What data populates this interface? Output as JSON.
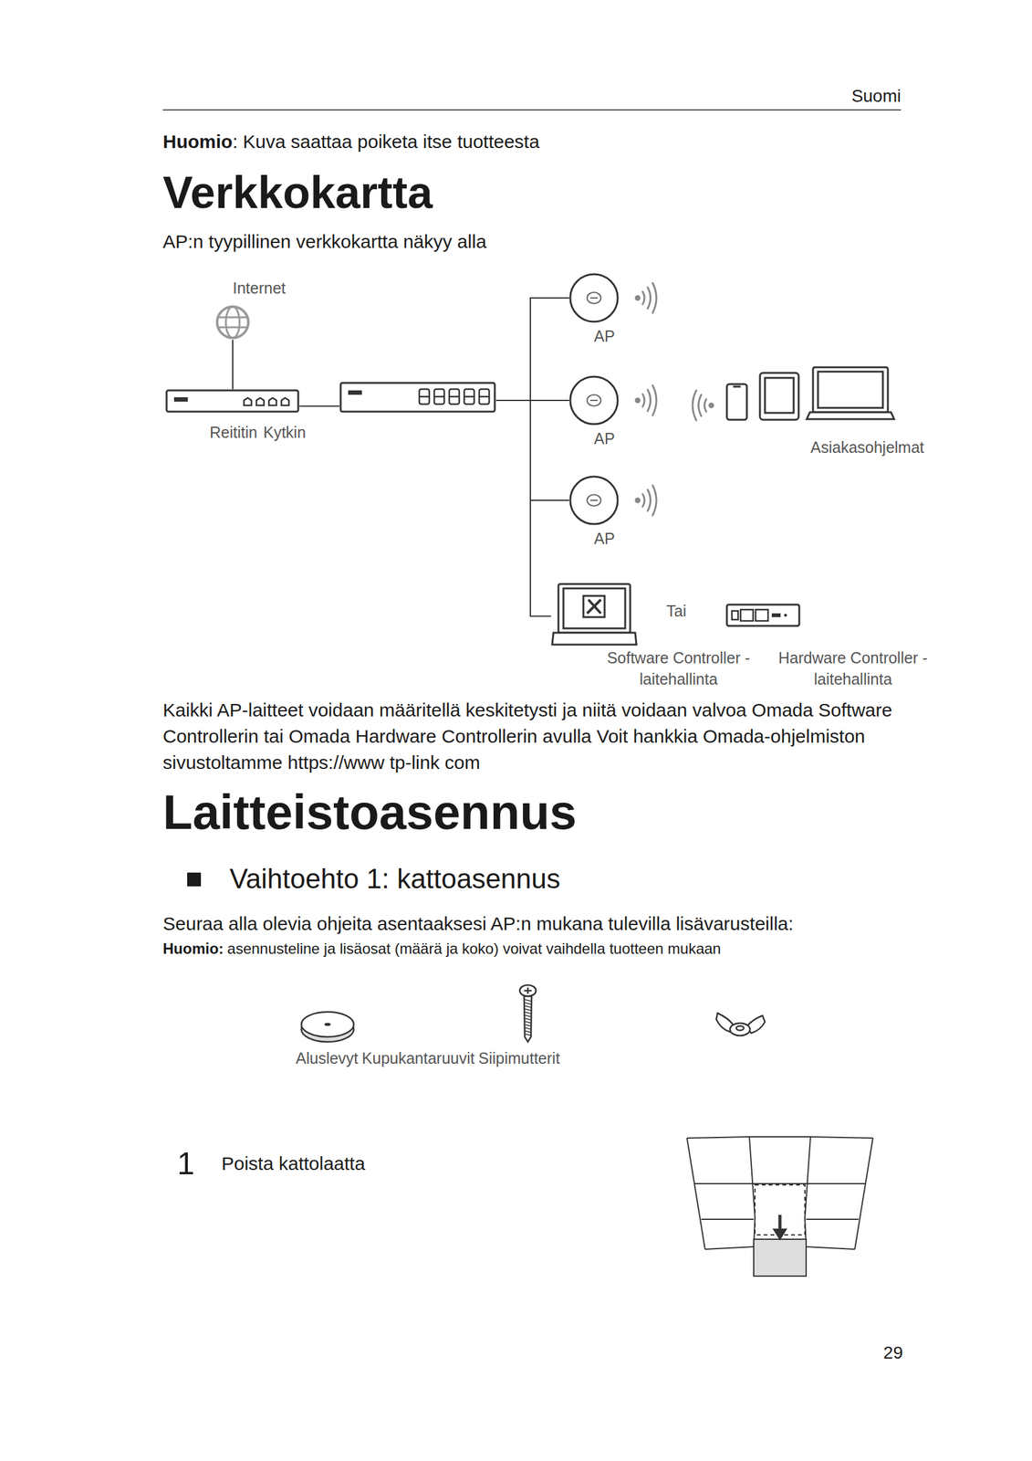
{
  "diagram": {
    "title": "Verkkokartta",
    "nodes": [
      {
        "text": [
          "Internet"
        ]
      },
      {
        "text": [
          "Reititin"
        ]
      },
      {
        "text": [
          "Kytkin"
        ]
      },
      {
        "text": [
          "AP"
        ]
      },
      {
        "text": [
          "AP"
        ]
      },
      {
        "text": [
          "AP"
        ]
      },
      {
        "text": [
          "Asiakasohjelmat"
        ]
      },
      {
        "text": [
          "Software Controller -laitehallinta"
        ]
      },
      {
        "text": [
          "Hardware Controller -laitehallinta"
        ]
      }
    ],
    "edges": [
      {
        "from": 0,
        "to": 1,
        "arrow": "none"
      },
      {
        "from": 1,
        "to": 2,
        "arrow": "none"
      },
      {
        "from": 2,
        "to": 3,
        "arrow": "none"
      },
      {
        "from": 2,
        "to": 4,
        "arrow": "none"
      },
      {
        "from": 2,
        "to": 5,
        "arrow": "none"
      },
      {
        "from": 2,
        "to": 7,
        "arrow": "none"
      }
    ],
    "labels": [
      "Suomi",
      "Huomio",
      ": Kuva saattaa poiketa itse tuotteesta",
      "AP:n tyypillinen verkkokartta näkyy alla",
      "Tai",
      "Kaikki AP-laitteet voidaan määritellä keskitetysti ja niitä voidaan valvoa Omada Software Controllerin tai Omada Hardware Controllerin avulla Voit hankkia Omada-ohjelmiston sivustoltamme https://www tp-link com",
      "Laitteistoasennus",
      "Vaihtoehto 1: kattoasennus",
      "Seuraa alla olevia ohjeita asentaaksesi AP:n mukana tulevilla lisävarusteilla:",
      "Huomio:",
      "asennusteline ja lisäosat (määrä ja koko) voivat vaihdella tuotteen mukaan",
      "Aluslevyt",
      "Kupukantaruuvit",
      "Siipimutterit",
      "1",
      "Poista kattolaatta",
      "29"
    ]
  }
}
